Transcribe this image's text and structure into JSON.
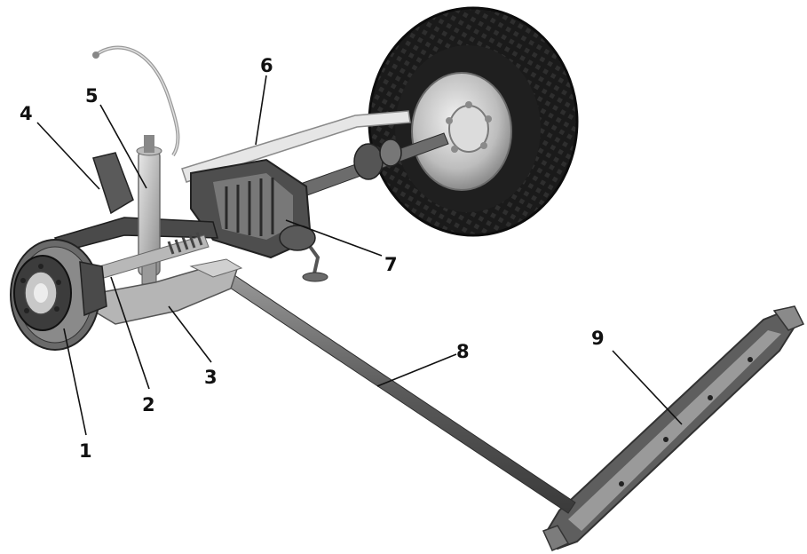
{
  "diagram": {
    "callouts": [
      {
        "id": "1",
        "label": "1"
      },
      {
        "id": "2",
        "label": "2"
      },
      {
        "id": "3",
        "label": "3"
      },
      {
        "id": "4",
        "label": "4"
      },
      {
        "id": "5",
        "label": "5"
      },
      {
        "id": "6",
        "label": "6"
      },
      {
        "id": "7",
        "label": "7"
      },
      {
        "id": "8",
        "label": "8"
      },
      {
        "id": "9",
        "label": "9"
      }
    ]
  },
  "colors": {
    "background": "#ffffff",
    "tire": "#1c1c1c",
    "metal_light": "#d9d9d9",
    "metal_mid": "#9c9c9c",
    "metal_dark": "#4a4a4a",
    "label": "#111111"
  }
}
